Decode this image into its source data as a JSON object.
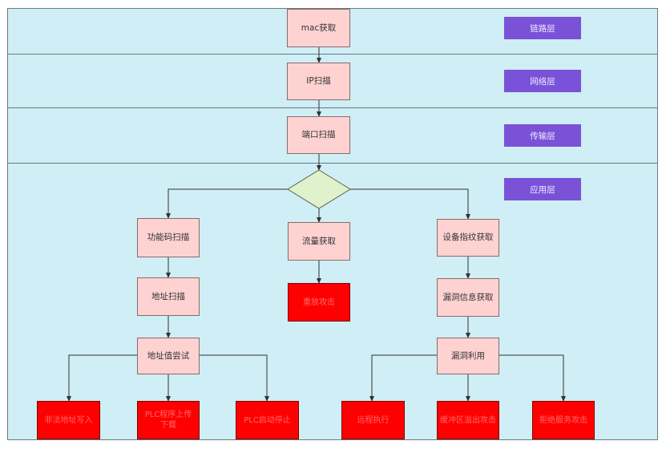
{
  "layers": [
    {
      "label": "链路层"
    },
    {
      "label": "网络层"
    },
    {
      "label": "传输层"
    },
    {
      "label": "应用层"
    }
  ],
  "nodes": {
    "mac": "mac获取",
    "ip": "IP扫描",
    "port": "端口扫描",
    "func_code": "功能码扫描",
    "traffic": "流量获取",
    "device_fp": "设备指纹获取",
    "addr_scan": "地址扫描",
    "replay": "重放攻击",
    "vuln_info": "漏洞信息获取",
    "addr_value": "地址值尝试",
    "vuln_use": "漏洞利用",
    "illegal_write": "非法地址写入",
    "plc_upload": "PLC程序上传下载",
    "plc_stop": "PLC启动停止",
    "remote_exec": "远程执行",
    "buffer_overflow": "缓冲区溢出攻击",
    "dos": "拒绝服务攻击"
  },
  "colors": {
    "band": "#cfeef5",
    "process": "#ffd2d2",
    "attack": "#ff0000",
    "decision": "#e0f2cc",
    "layer_tag": "#7a52d8"
  }
}
